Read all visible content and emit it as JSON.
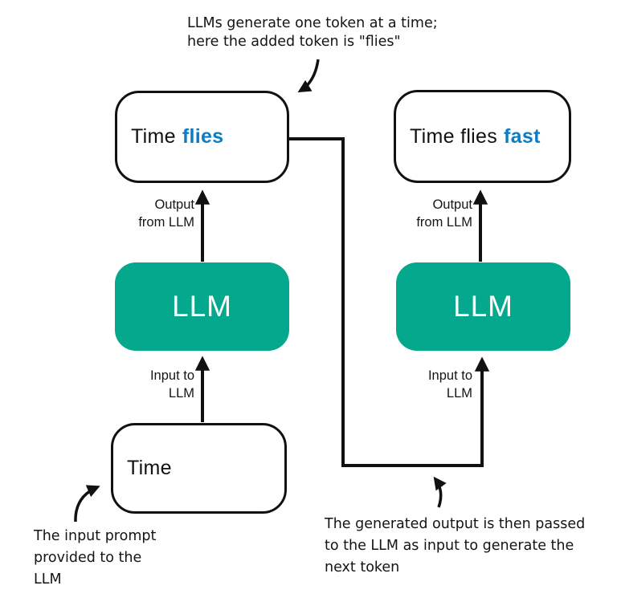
{
  "colors": {
    "teal": "#04A88C",
    "blue": "#0D7DC1",
    "ink": "#111111"
  },
  "annotations": {
    "top": [
      "LLMs generate one token at a time;",
      "here the added token is \"flies\""
    ],
    "bottom_left": [
      "The input prompt",
      "provided to the",
      "LLM"
    ],
    "bottom_right": [
      "The generated output is then passed",
      "to the LLM as input to generate the",
      "next token"
    ]
  },
  "left_column": {
    "output_box": {
      "plain": "Time",
      "highlight": "flies"
    },
    "llm_box": "LLM",
    "output_label": [
      "Output",
      "from LLM"
    ],
    "input_label": [
      "Input to",
      "LLM"
    ],
    "input_box": "Time"
  },
  "right_column": {
    "output_box": {
      "plain": "Time flies",
      "highlight": "fast"
    },
    "llm_box": "LLM",
    "output_label": [
      "Output",
      "from LLM"
    ],
    "input_label": [
      "Input to",
      "LLM"
    ]
  }
}
